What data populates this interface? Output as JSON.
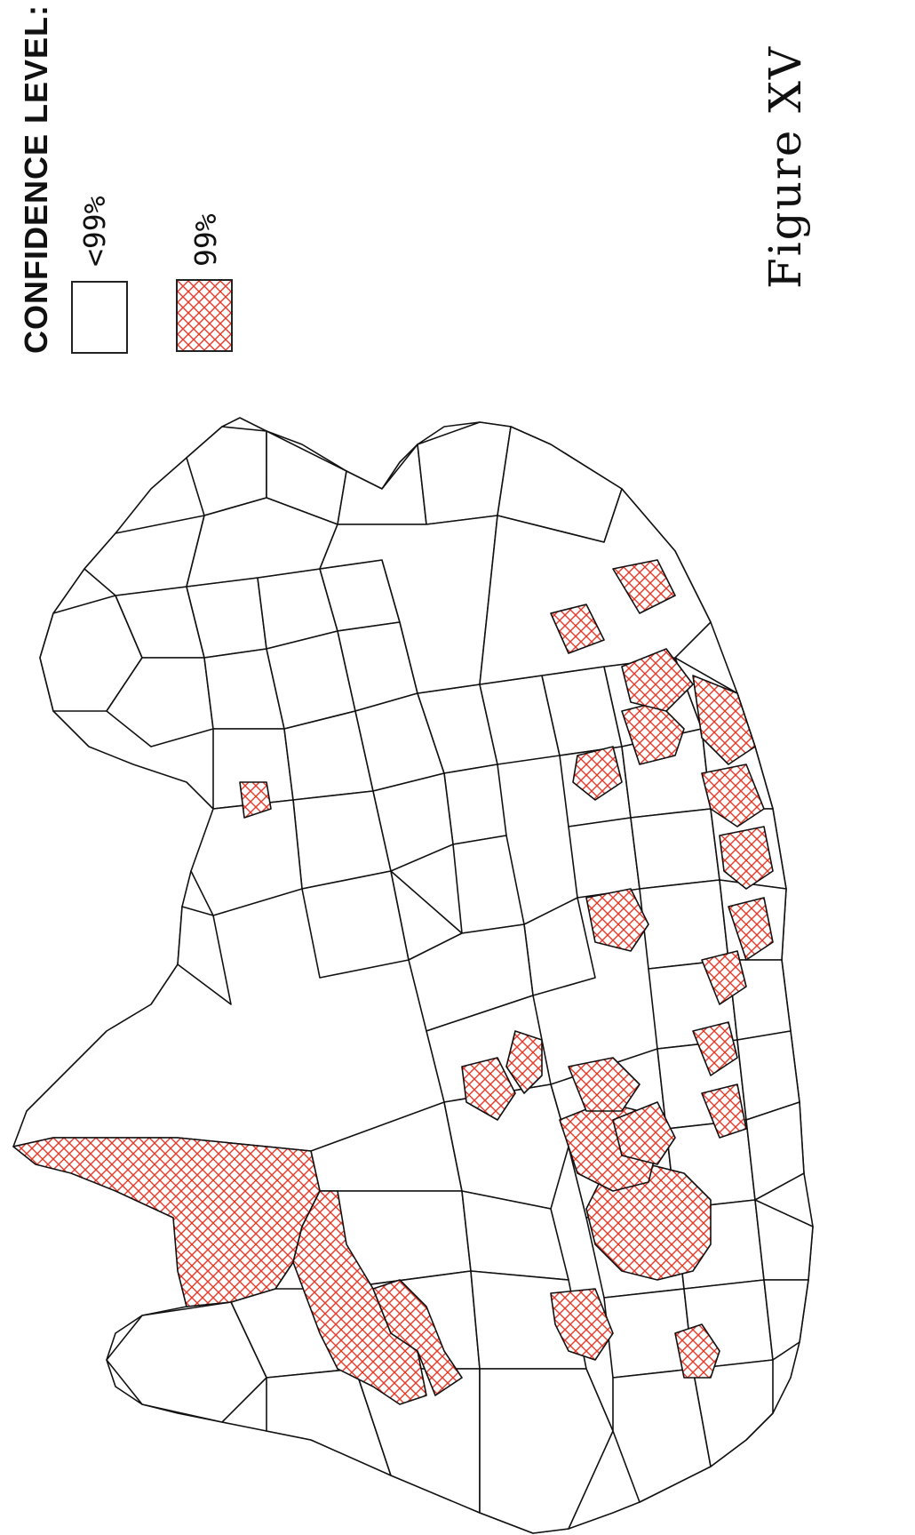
{
  "legend": {
    "title": "CONFIDENCE LEVEL:",
    "items": [
      {
        "label": "<99%",
        "pattern": "none",
        "fill": "#ffffff"
      },
      {
        "label": "99%",
        "pattern": "crosshatch",
        "fill": "#e23a2a"
      }
    ]
  },
  "caption": "Figure XV",
  "colors": {
    "hatch": "#e23a2a",
    "outline": "#111111",
    "background": "#ffffff"
  }
}
